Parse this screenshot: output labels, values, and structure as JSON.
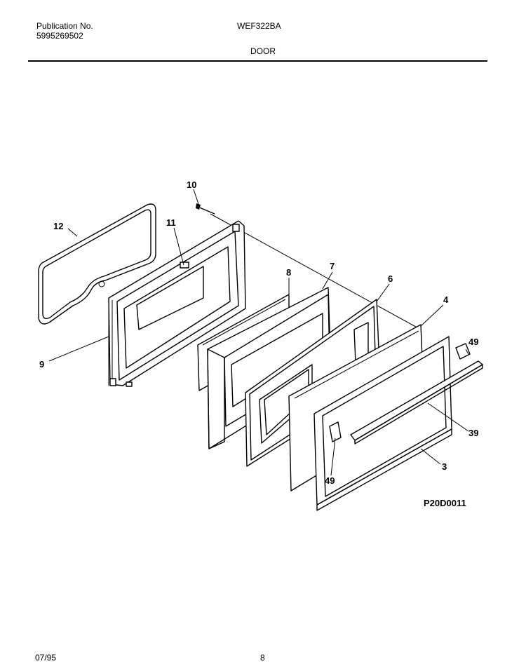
{
  "header": {
    "publication_label": "Publication No.",
    "publication_number": "5995269502",
    "model": "WEF322BA",
    "section": "DOOR"
  },
  "diagram": {
    "code": "P20D0011",
    "callouts": [
      "12",
      "11",
      "10",
      "9",
      "8",
      "7",
      "6",
      "4",
      "49",
      "39",
      "3",
      "49"
    ]
  },
  "footer": {
    "date": "07/95",
    "page": "8"
  }
}
